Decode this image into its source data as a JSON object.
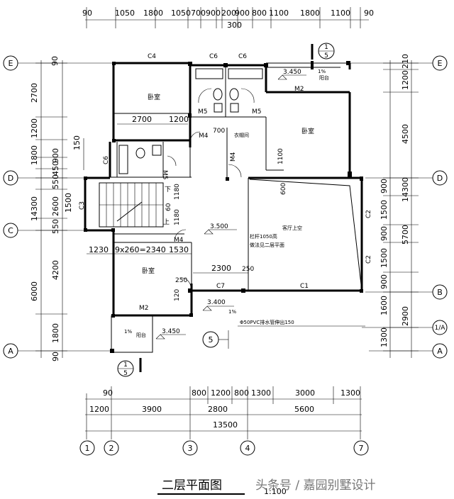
{
  "title": "二层平面图",
  "scale": "1:100",
  "watermark": "头条号 / 嘉园别墅设计",
  "dims_top": [
    "1050",
    "1800",
    "1050",
    "700",
    "900",
    "200",
    "900",
    "800",
    "1100",
    "1800",
    "1100"
  ],
  "dim_top_90": "90",
  "dim_top_300": "300",
  "dims_bottom_row1": [
    "90",
    "800",
    "1200",
    "800",
    "1300",
    "3000",
    "1300"
  ],
  "dims_bottom_row2": [
    "1200",
    "3900",
    "2800",
    "5600"
  ],
  "dim_bottom_total": "13500",
  "dims_left_outer": [
    "90",
    "2700",
    "1200",
    "1800",
    "900",
    "450",
    "550",
    "2600",
    "550",
    "4200",
    "1800",
    "90"
  ],
  "dims_left_inner": [
    "150",
    "1500",
    "14300",
    "6000"
  ],
  "dims_right_outer": [
    "210",
    "1200",
    "4500",
    "900",
    "1500",
    "900",
    "1500",
    "900",
    "1600",
    "1300"
  ],
  "dims_right_inner": [
    "14300",
    "5700",
    "2900"
  ],
  "grid_axes_rows": [
    "E",
    "D",
    "C",
    "B",
    "A"
  ],
  "grid_axis_row_1a": "1/A",
  "grid_axes_cols": [
    "1",
    "2",
    "3",
    "4",
    "7"
  ],
  "section_mark": {
    "num": "1",
    "den": "5"
  },
  "section_mark_bottom": {
    "num": "1",
    "den": "5"
  },
  "section_marker_5": "5",
  "rooms": {
    "bedroom_nw": "卧室",
    "bedroom_ne": "卧室",
    "bedroom_sw": "卧室",
    "cloakroom": "衣帽间",
    "living_void": "客厅上空",
    "balcony_ne": "阳台",
    "balcony_sw": "阳台"
  },
  "windows": [
    "C4",
    "C6",
    "C6",
    "C6",
    "C3",
    "C2",
    "C2",
    "C7",
    "C1"
  ],
  "doors": [
    "M2",
    "M5",
    "M5",
    "M4",
    "M4",
    "M5",
    "M4",
    "M2"
  ],
  "elevations": [
    "3.450",
    "3.500",
    "3.400",
    "3.450"
  ],
  "slopes": [
    "1%",
    "1%",
    "1%"
  ],
  "room_dims": [
    "2700",
    "1200",
    "700",
    "1100",
    "600",
    "1180",
    "60",
    "1180",
    "2300",
    "250",
    "250",
    "120",
    "1230",
    "9x260=2340",
    "1530"
  ],
  "notes": {
    "rail_a": "栏杆1050高",
    "rail_b": "做法见二层平面",
    "drain": "Φ50PVC排水管伸出150"
  },
  "stair_label": "下",
  "stair_label_up": "上"
}
